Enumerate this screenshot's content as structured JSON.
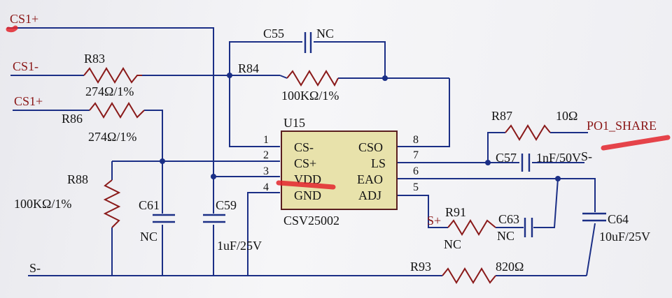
{
  "nets": {
    "cs1_plus_top": "CS1+",
    "cs1_minus": "CS1-",
    "cs1_plus": "CS1+",
    "s_minus": "S-",
    "po1_share": "PO1_SHARE",
    "s_plus": "S+",
    "s_minus_c57": "S-"
  },
  "ic": {
    "ref": "U15",
    "part": "CSV25002",
    "left_pins": [
      {
        "num": "1",
        "name": "CS-"
      },
      {
        "num": "2",
        "name": "CS+"
      },
      {
        "num": "3",
        "name": "VDD"
      },
      {
        "num": "4",
        "name": "GND"
      }
    ],
    "right_pins": [
      {
        "num": "8",
        "name": "CSO"
      },
      {
        "num": "7",
        "name": "LS"
      },
      {
        "num": "6",
        "name": "EAO"
      },
      {
        "num": "5",
        "name": "ADJ"
      }
    ]
  },
  "components": {
    "c55": {
      "ref": "C55",
      "value": "NC"
    },
    "r83": {
      "ref": "R83",
      "value": "274Ω/1%"
    },
    "r84": {
      "ref": "R84",
      "value": "100KΩ/1%"
    },
    "r86": {
      "ref": "R86",
      "value": "274Ω/1%"
    },
    "r87": {
      "ref": "R87",
      "value": "10Ω"
    },
    "c57": {
      "ref": "C57",
      "value": "1nF/50V"
    },
    "r88": {
      "ref": "R88",
      "value": "100KΩ/1%"
    },
    "c61": {
      "ref": "C61",
      "value": "NC"
    },
    "c59": {
      "ref": "C59",
      "value": "1uF/25V"
    },
    "r91": {
      "ref": "R91",
      "value": "NC"
    },
    "c63": {
      "ref": "C63",
      "value": "NC"
    },
    "c64": {
      "ref": "C64",
      "value": "10uF/25V"
    },
    "r93": {
      "ref": "R93",
      "value": "820Ω"
    }
  }
}
